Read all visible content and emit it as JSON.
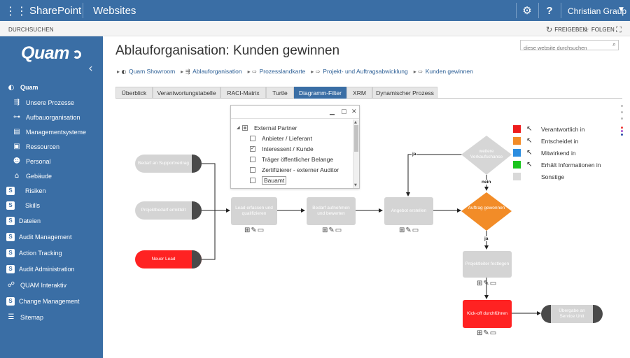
{
  "topbar": {
    "brand": "SharePoint",
    "sites": "Websites",
    "user": "Christian Graup"
  },
  "ribbon": {
    "browse": "DURCHSUCHEN",
    "share": "FREIGEBEN",
    "follow": "FOLGEN"
  },
  "sidebar": {
    "logo": "Quam",
    "items": [
      {
        "label": "Quam",
        "icon": "quam-logo-icon",
        "level": "head"
      },
      {
        "label": "Unsere Prozesse",
        "icon": "process-icon",
        "level": "sub"
      },
      {
        "label": "Aufbauorganisation",
        "icon": "org-chart-icon",
        "level": "sub"
      },
      {
        "label": "Managementsysteme",
        "icon": "management-icon",
        "level": "sub"
      },
      {
        "label": "Ressourcen",
        "icon": "resources-icon",
        "level": "sub"
      },
      {
        "label": "Personal",
        "icon": "people-icon",
        "level": "sub"
      },
      {
        "label": "Gebäude",
        "icon": "building-icon",
        "level": "sub"
      },
      {
        "label": "Risiken",
        "icon": "sharepoint-icon",
        "level": "sp-sub"
      },
      {
        "label": "Skills",
        "icon": "sharepoint-icon",
        "level": "sp-sub"
      },
      {
        "label": "Dateien",
        "icon": "sharepoint-icon",
        "level": "sp"
      },
      {
        "label": "Audit Management",
        "icon": "sharepoint-icon",
        "level": "sp"
      },
      {
        "label": "Action Tracking",
        "icon": "sharepoint-icon",
        "level": "sp"
      },
      {
        "label": "Audit Administration",
        "icon": "sharepoint-icon",
        "level": "sp"
      },
      {
        "label": "QUAM Interaktiv",
        "icon": "interactive-icon",
        "level": "top"
      },
      {
        "label": "Change Management",
        "icon": "sharepoint-icon",
        "level": "sp"
      },
      {
        "label": "Sitemap",
        "icon": "sitemap-icon",
        "level": "top"
      }
    ]
  },
  "page": {
    "title": "Ablauforganisation: Kunden gewinnen",
    "search_placeholder": "diese website durchsuchen"
  },
  "breadcrumb": [
    "Quam Showroom",
    "Ablauforganisation",
    "Prozesslandkarte",
    "Projekt- und Auftragsabwicklung",
    "Kunden gewinnen"
  ],
  "tabs": [
    {
      "label": "Überblick",
      "active": false
    },
    {
      "label": "Verantwortungstabelle",
      "active": false
    },
    {
      "label": "RACI-Matrix",
      "active": false
    },
    {
      "label": "Turtle",
      "active": false
    },
    {
      "label": "Diagramm-Filter",
      "active": true
    },
    {
      "label": "XRM",
      "active": false
    },
    {
      "label": "Dynamischer Prozess",
      "active": false
    }
  ],
  "filter_popup": {
    "parent": {
      "label": "External Partner",
      "state": "partial"
    },
    "children": [
      {
        "label": "Anbieter / Lieferant",
        "checked": false
      },
      {
        "label": "Interessent / Kunde",
        "checked": true
      },
      {
        "label": "Träger öffentlicher Belange",
        "checked": false
      },
      {
        "label": "Zertifizierer - externer Auditor",
        "checked": false
      },
      {
        "label": "Bauamt",
        "checked": false
      }
    ]
  },
  "diagram": {
    "start_events": [
      {
        "label": "Bedarf an Supportvertrag",
        "color": "gray"
      },
      {
        "label": "Projektbedarf ermittelt",
        "color": "gray"
      },
      {
        "label": "Neuer Lead",
        "color": "red"
      }
    ],
    "tasks": [
      {
        "label": "Lead erfassen und qualifizieren",
        "color": "gray"
      },
      {
        "label": "Bedarf aufnehmen und bewerten",
        "color": "gray"
      },
      {
        "label": "Angebot erstellen",
        "color": "gray"
      },
      {
        "label": "Projektleiter festlegen",
        "color": "gray"
      },
      {
        "label": "Kick-off durchführen",
        "color": "red"
      }
    ],
    "gateways": [
      {
        "label": "weitere Verkaufschance",
        "color": "#d6d6d6"
      },
      {
        "label": "Auftrag gewonnen",
        "color": "#f28c28"
      }
    ],
    "end_event": {
      "label": "Übergabe an Service Unit",
      "color": "gray"
    },
    "edge_labels": {
      "yes_top": "ja",
      "no": "nein",
      "yes_bottom": "ja"
    }
  },
  "legend": [
    {
      "label": "Verantwortlich in",
      "color": "#ee1c1c",
      "cursor": true
    },
    {
      "label": "Entscheidet in",
      "color": "#f28c28",
      "cursor": true
    },
    {
      "label": "Mitwirkend in",
      "color": "#2b8de0",
      "cursor": true
    },
    {
      "label": "Erhält Informationen in",
      "color": "#19c41c",
      "cursor": true
    },
    {
      "label": "Sonstige",
      "color": "#d9d9d9",
      "cursor": false
    }
  ],
  "colors": {
    "brand_blue": "#3a6ea5",
    "responsible_red": "#ff2222",
    "decision_orange": "#f28c28",
    "inactive_gray": "#d4d4d4"
  }
}
